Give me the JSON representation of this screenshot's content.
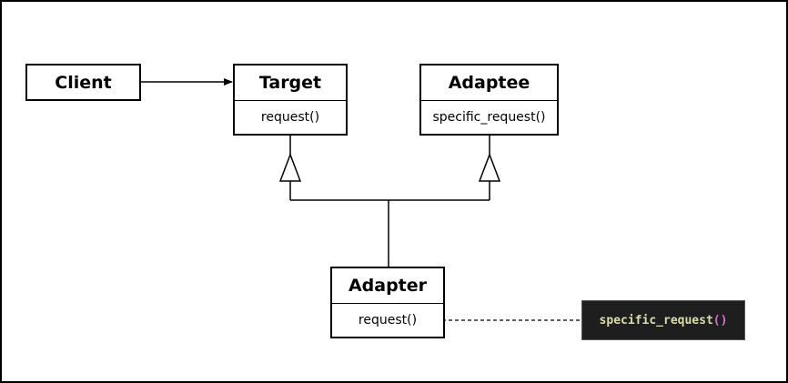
{
  "diagram": {
    "classes": {
      "client": {
        "name": "Client"
      },
      "target": {
        "name": "Target",
        "method": "request()"
      },
      "adaptee": {
        "name": "Adaptee",
        "method": "specific_request()"
      },
      "adapter": {
        "name": "Adapter",
        "method": "request()"
      }
    },
    "code_note": {
      "function_name": "specific_request",
      "parens": "()"
    },
    "colors": {
      "code_background": "#1e1e1e",
      "code_function": "#dcdcaa",
      "code_parens": "#da70d6"
    }
  }
}
